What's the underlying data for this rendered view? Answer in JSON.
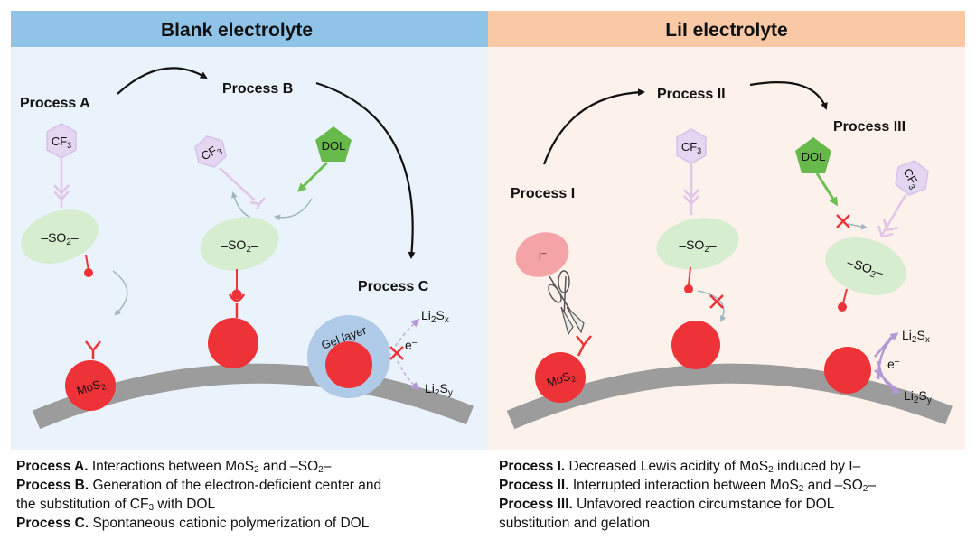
{
  "panels": {
    "left_title": "Blank electrolyte",
    "right_title": "LiI electrolyte"
  },
  "process_labels": {
    "a": "Process A",
    "b": "Process B",
    "c": "Process C",
    "i": "Process I",
    "ii": "Process II",
    "iii": "Process III"
  },
  "molecules": {
    "cf": "CF",
    "cf_sub": "3",
    "dol": "DOL",
    "so2_text": "–SO",
    "so2_sub": "2",
    "so2_end": "–",
    "mos": "MoS",
    "mos_sub": "2",
    "iodide": "I",
    "iodide_sup": "–",
    "gel": "Gel layer",
    "electron": "e",
    "electron_sup": "–",
    "li2": "Li",
    "li2_sub": "2",
    "s": "S",
    "sx": "x",
    "sy": "y"
  },
  "captions_left": [
    {
      "bold": "Process A.",
      "parts": [
        " Interactions between MoS",
        "2",
        " and –SO",
        "2",
        "–"
      ]
    },
    {
      "bold": "Process B.",
      "parts": [
        " Generation of the electron-deficient center and"
      ]
    },
    {
      "bold": "",
      "parts": [
        "the substitution of CF",
        "3",
        " with DOL"
      ]
    },
    {
      "bold": "Process C.",
      "parts": [
        " Spontaneous cationic polymerization of DOL"
      ]
    }
  ],
  "captions_right": [
    {
      "bold": "Process I.",
      "parts": [
        " Decreased Lewis acidity of MoS",
        "2",
        " induced by I",
        "–"
      ]
    },
    {
      "bold": "Process II.",
      "parts": [
        " Interrupted interaction between MoS",
        "2",
        " and –SO",
        "2",
        "–"
      ]
    },
    {
      "bold": "Process III.",
      "parts": [
        " Unfavored reaction circumstance for DOL"
      ]
    },
    {
      "bold": "",
      "parts": [
        "substitution and gelation"
      ]
    }
  ],
  "colors": {
    "left_header": "#8fc3e7",
    "left_body": "#eaf3fb",
    "right_header": "#f9c9a6",
    "right_body": "#fdf1ec",
    "red": "#ee3338",
    "cf_fill": "#e4d6f1",
    "dol_fill": "#67b94c",
    "so2_fill": "#d6edd0",
    "substrate": "#9c9c9c",
    "gel": "#b0cbe8"
  }
}
